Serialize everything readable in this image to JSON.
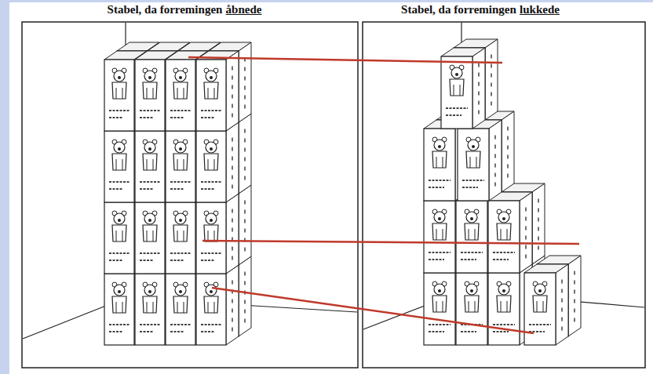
{
  "diagram": {
    "labels": [
      "Stabel, da forremingen",
      "åbnede",
      "Stabel, da forremingen",
      "lukkede"
    ]
  }
}
